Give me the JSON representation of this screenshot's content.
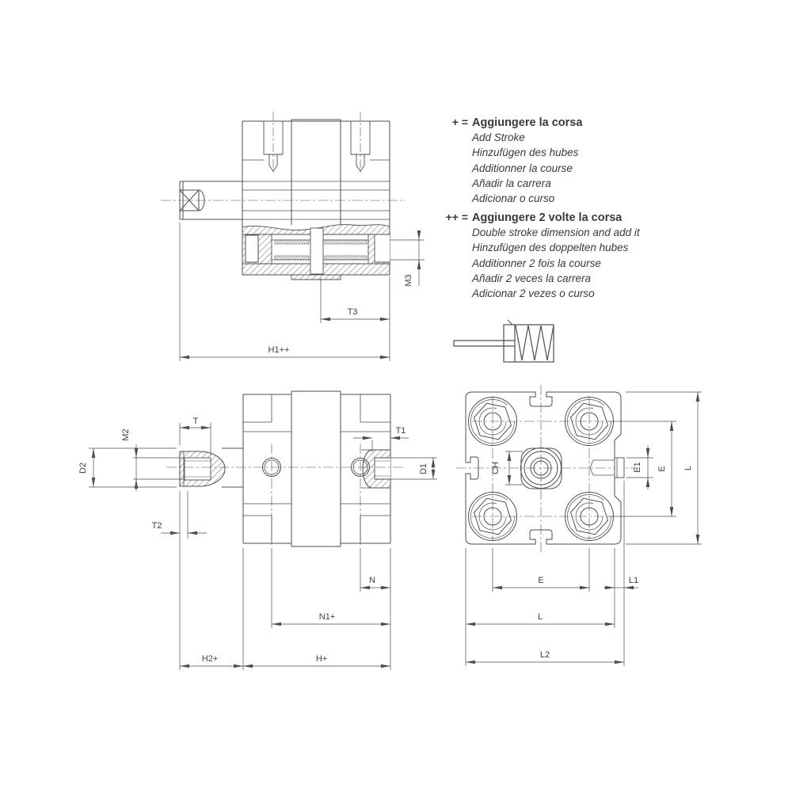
{
  "colors": {
    "line": "#4d4d4d",
    "text": "#3a3a3a",
    "background": "#ffffff"
  },
  "legend": {
    "plus": {
      "prefix": "+ =",
      "title": "Aggiungere la corsa",
      "lines": [
        "Add Stroke",
        "Hinzufügen des hubes",
        "Additionner la course",
        "Añadir la carrera",
        "Adicionar o curso"
      ]
    },
    "plusplus": {
      "prefix": "++ =",
      "title": "Aggiungere 2 volte la corsa",
      "lines": [
        "Double stroke dimension and add it",
        "Hinzufügen des doppelten hubes",
        "Additionner 2 fois la course",
        "Añadir 2 veces la carrera",
        "Adicionar 2 vezes o curso"
      ]
    }
  },
  "dims": {
    "h1pp": "H1++",
    "t3": "T3",
    "m3": "M3",
    "t": "T",
    "m2": "M2",
    "d2": "D2",
    "t2": "T2",
    "t1": "T1",
    "d1": "D1",
    "n": "N",
    "n1p": "N1+",
    "h2p": "H2+",
    "hp": "H+",
    "ch": "CH",
    "e1": "E1",
    "e_side": "E",
    "l_side": "L",
    "e_bot": "E",
    "l1": "L1",
    "l_bot": "L",
    "l2": "L2"
  }
}
